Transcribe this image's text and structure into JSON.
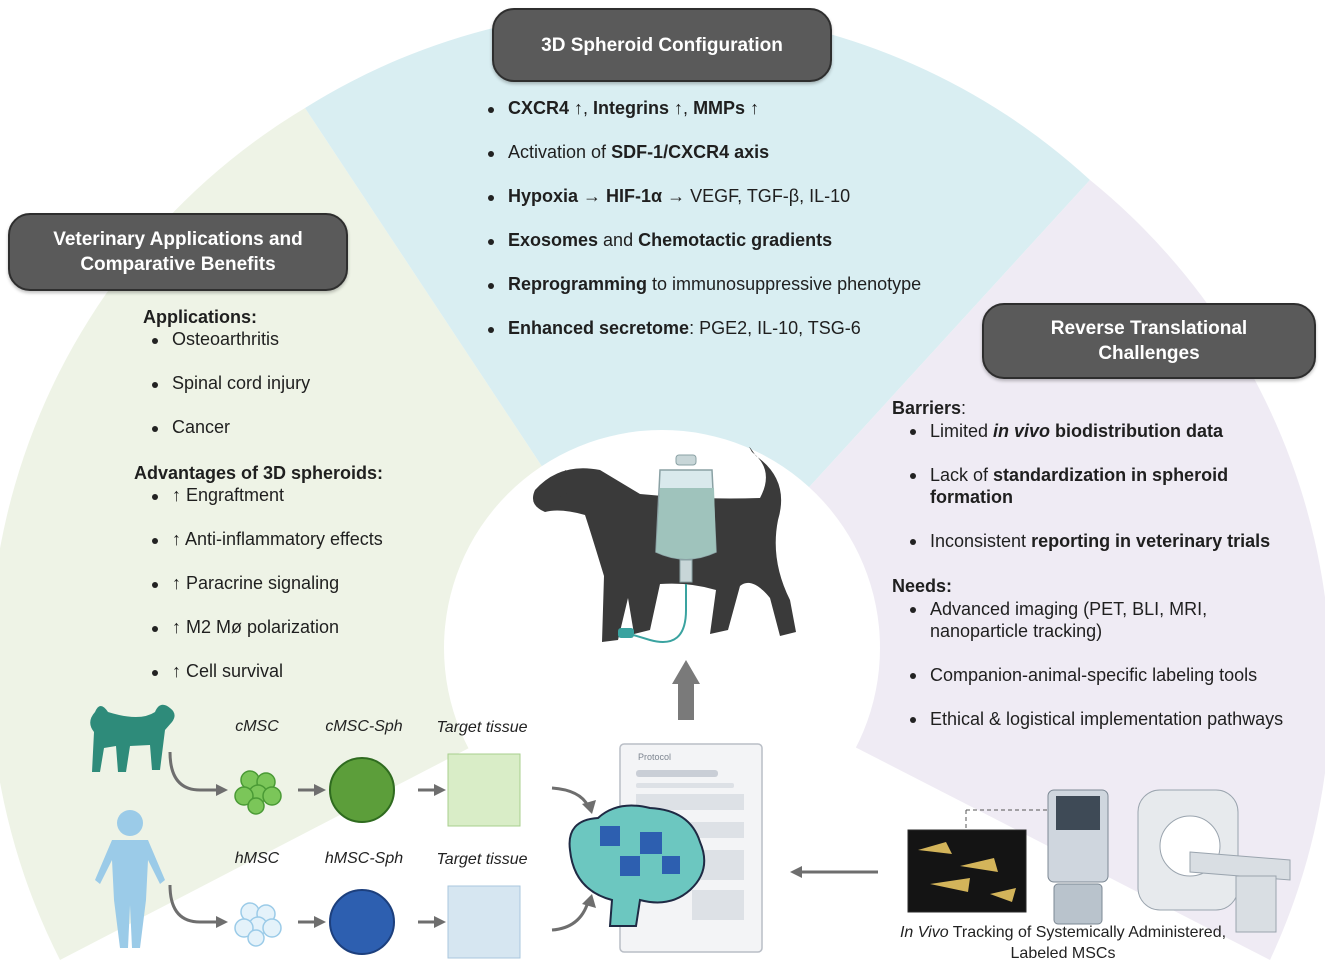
{
  "top": {
    "title": "3D Spheroid Configuration",
    "items": [
      [
        {
          "t": "CXCR4 ↑",
          "b": true
        },
        {
          "t": ", ",
          "b": false
        },
        {
          "t": "Integrins ↑",
          "b": true
        },
        {
          "t": ", ",
          "b": false
        },
        {
          "t": "MMPs ↑",
          "b": true
        }
      ],
      [
        {
          "t": "Activation of ",
          "b": false
        },
        {
          "t": "SDF-1/CXCR4 axis",
          "b": true
        }
      ],
      [
        {
          "t": "Hypoxia",
          "b": true
        },
        {
          "t": " → ",
          "b": false
        },
        {
          "t": "HIF-1α",
          "b": true
        },
        {
          "t": " → VEGF, TGF-β, IL-10",
          "b": false
        }
      ],
      [
        {
          "t": "Exosomes",
          "b": true
        },
        {
          "t": " and  ",
          "b": false
        },
        {
          "t": "Chemotactic gradients",
          "b": true
        }
      ],
      [
        {
          "t": "Reprogramming",
          "b": true
        },
        {
          "t": " to immunosuppressive phenotype",
          "b": false
        }
      ],
      [
        {
          "t": "Enhanced secretome",
          "b": true
        },
        {
          "t": ": PGE2, IL-10, TSG-6",
          "b": false
        }
      ]
    ]
  },
  "left": {
    "title_line1": "Veterinary Applications and",
    "title_line2": "Comparative Benefits",
    "applications_heading": "Applications:",
    "applications": [
      "Osteoarthritis",
      "Spinal cord injury",
      "Cancer"
    ],
    "advantages_heading": "Advantages of 3D spheroids:",
    "advantages": [
      "↑ Engraftment",
      "↑ Anti-inflammatory effects",
      "↑ Paracrine signaling",
      "↑ M2 Mø polarization",
      "↑ Cell survival"
    ]
  },
  "right": {
    "title_line1": "Reverse Translational",
    "title_line2": "Challenges",
    "barriers_heading": "Barriers",
    "barriers_colon": ":",
    "barriers": [
      [
        {
          "t": "Limited ",
          "s": ""
        },
        {
          "t": "in vivo",
          "s": "bi"
        },
        {
          "t": " biodistribution data",
          "s": "b"
        }
      ],
      [
        {
          "t": "Lack of ",
          "s": ""
        },
        {
          "t": "standardization in spheroid formation",
          "s": "b"
        }
      ],
      [
        {
          "t": "Inconsistent ",
          "s": ""
        },
        {
          "t": "reporting in veterinary trials",
          "s": "b"
        }
      ]
    ],
    "needs_heading": "Needs:",
    "needs": [
      "Advanced imaging (PET, BLI, MRI, nanoparticle tracking)",
      "Companion-animal-specific labeling tools",
      "Ethical & logistical implementation pathways"
    ]
  },
  "workflow": {
    "c_msc": "cMSC",
    "c_msc_sph": "cMSC-Sph",
    "h_msc": "hMSC",
    "h_msc_sph": "hMSC-Sph",
    "target_tissue_top": "Target tissue",
    "target_tissue_bottom": "Target tissue",
    "protocol_label": "Protocol"
  },
  "tracking": {
    "caption_italic": "In Vivo",
    "caption_rest": " Tracking of Systemically Administered,",
    "caption_line2": "Labeled MSCs"
  },
  "colors": {
    "top_sector": "#d9eef2",
    "left_sector": "#eef3e6",
    "right_sector": "#efebf4",
    "pill": "#5a5a5a",
    "canine_green": "#2e8b7a",
    "human_blue": "#9bcbe8",
    "cmsc_green": "#6fbf4a",
    "hmsc_blue": "#2d5fb0"
  },
  "icons": [
    "dog-silhouette-icon",
    "iv-bag-icon",
    "human-silhouette-icon",
    "brain-puzzle-icon",
    "protocol-document-icon",
    "microscopy-screen-icon",
    "ultrasound-machine-icon",
    "mri-scanner-icon"
  ]
}
